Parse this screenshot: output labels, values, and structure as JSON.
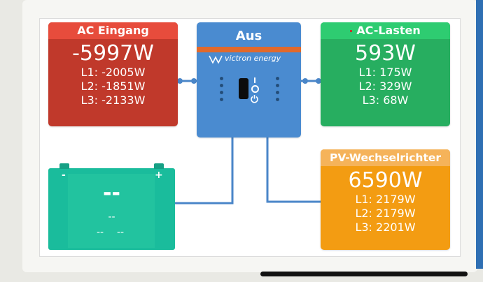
{
  "ac_input": {
    "title": "AC Eingang",
    "total": "-5997W",
    "l1": "L1: -2005W",
    "l2": "L2: -1851W",
    "l3": "L3: -2133W"
  },
  "inverter": {
    "status": "Aus",
    "brand": "victron energy"
  },
  "ac_loads": {
    "title": "AC-Lasten",
    "total": "593W",
    "l1": "L1: 175W",
    "l2": "L2: 329W",
    "l3": "L3: 68W"
  },
  "battery": {
    "minus": "-",
    "plus": "+",
    "value": "--",
    "sub1": "--",
    "sub2": "--",
    "sub3": "--"
  },
  "pv_inverter": {
    "title": "PV-Wechselrichter",
    "total": "6590W",
    "l1": "L1: 2179W",
    "l2": "L2: 2179W",
    "l3": "L3: 2201W"
  },
  "colors": {
    "ac_input": "#c0392b",
    "ac_loads": "#27ae60",
    "pv": "#f39c12",
    "inverter": "#4a8bd0",
    "battery": "#1abc9c",
    "wire": "#4a86c8"
  },
  "icons": {
    "brand_logo": "victron-logo-icon",
    "power_button": "power-icon"
  }
}
